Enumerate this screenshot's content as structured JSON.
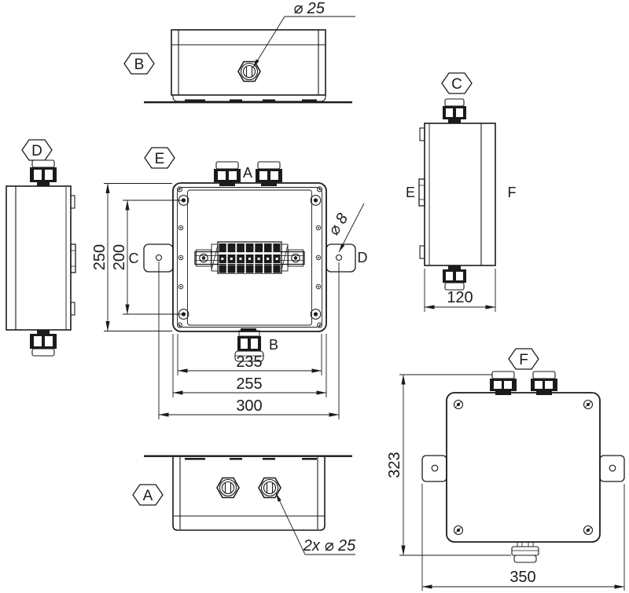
{
  "drawing": {
    "markers": {
      "top_view": "B",
      "left_view": "D",
      "front_view": "E",
      "right_view": "C",
      "bottom_view": "A",
      "back_view": "F"
    },
    "labels": {
      "top_glands": "A",
      "bottom_gland": "B",
      "left_tab": "C",
      "right_tab": "D",
      "front_face": "E",
      "back_face": "F"
    },
    "dims": {
      "top_gland_dia": "⌀ 25",
      "bottom_glands": "2x ⌀ 25",
      "tab_hole_dia": "⌀ 8",
      "outer_height": "250",
      "screw_spacing": "200",
      "inner_width": "235",
      "lid_width": "255",
      "tab_hole_spacing": "300",
      "depth": "120",
      "overall_height": "323",
      "overall_width": "350"
    }
  }
}
